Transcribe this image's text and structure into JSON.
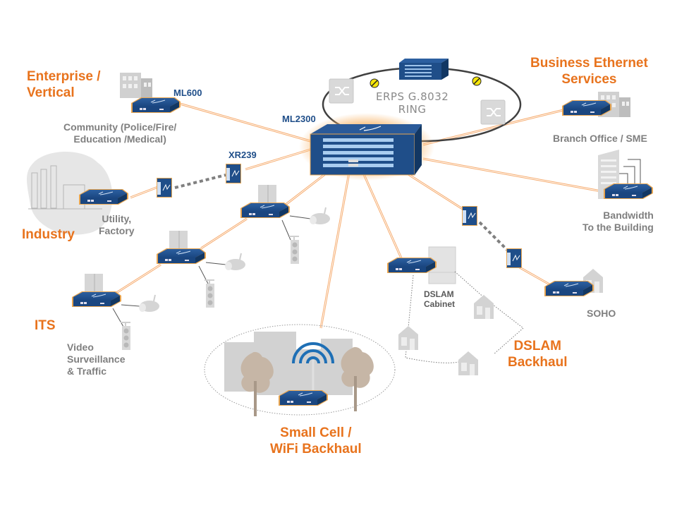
{
  "colors": {
    "category_text": "#E8731D",
    "sublabel_text": "#7F7F7F",
    "model_text": "#1F4E89",
    "device_blue": "#1F4E89",
    "device_trim": "#E8A550",
    "fiber_link": "#F4A460",
    "ring_line": "#404040",
    "ring_marker": "#F5E50A",
    "wifi_arcs": "#1E6FB5",
    "building_gray": "#BFBFBF"
  },
  "hub": {
    "model": "ML2300"
  },
  "ring": {
    "line1": "ERPS  G.8032",
    "line2": "RING"
  },
  "categories": {
    "enterprise": {
      "line1": "Enterprise /",
      "line2": "Vertical",
      "model": "ML600",
      "sub1": "Community (Police/Fire/",
      "sub2": "Education /Medical)"
    },
    "industry": {
      "title": "Industry",
      "sub1": "Utility,",
      "sub2": "Factory",
      "model": "XR239"
    },
    "its": {
      "title": "ITS",
      "sub1": "Video",
      "sub2": "Surveillance",
      "sub3": "& Traffic"
    },
    "business": {
      "line1": "Business Ethernet",
      "line2": "Services",
      "sub": "Branch Office / SME"
    },
    "bandwidth": {
      "sub1": "Bandwidth",
      "sub2": "To the Building"
    },
    "soho": {
      "sub": "SOHO"
    },
    "dslam": {
      "line1": "DSLAM",
      "line2": "Backhaul",
      "cabinet1": "DSLAM",
      "cabinet2": "Cabinet"
    },
    "smallcell": {
      "line1": "Small Cell  /",
      "line2": "WiFi Backhaul"
    }
  }
}
